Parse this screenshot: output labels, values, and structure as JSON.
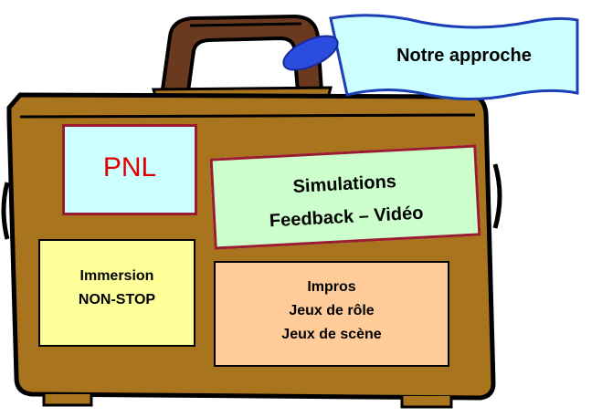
{
  "flag": {
    "text": "Notre approche",
    "fill": "#ccffff"
  },
  "suitcase": {
    "body_color": "#a8741e",
    "handle_color": "#6b3a1e",
    "tag_color": "#2a4de0"
  },
  "cards": {
    "pnl": {
      "text": "PNL",
      "fill": "#ccffff",
      "border": "#9b1b30",
      "text_color": "#e00000"
    },
    "simulations": {
      "line1": "Simulations",
      "line2": "Feedback – Vidéo",
      "fill": "#ccffcc",
      "border": "#9b1b30"
    },
    "immersion": {
      "line1": "Immersion",
      "line2": "NON-STOP",
      "fill": "#ffff99",
      "border": "#000000"
    },
    "impros": {
      "line1": "Impros",
      "line2": "Jeux de rôle",
      "line3": "Jeux de scène",
      "fill": "#ffcc99",
      "border": "#000000"
    }
  }
}
